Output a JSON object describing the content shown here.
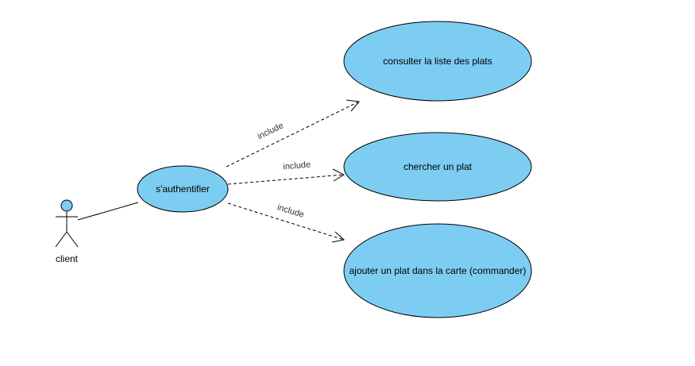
{
  "diagram": {
    "actor": {
      "name": "client"
    },
    "use_cases": {
      "authenticate": "s'authentifier",
      "list_dishes": "consulter la liste des plats",
      "search_dish": "chercher un plat",
      "add_dish": "ajouter un plat dans la carte (commander)"
    },
    "relations": {
      "include_list": "include",
      "include_search": "include",
      "include_add": "include"
    },
    "colors": {
      "use_case_fill": "#7dcdf3",
      "stroke": "#000000"
    }
  }
}
